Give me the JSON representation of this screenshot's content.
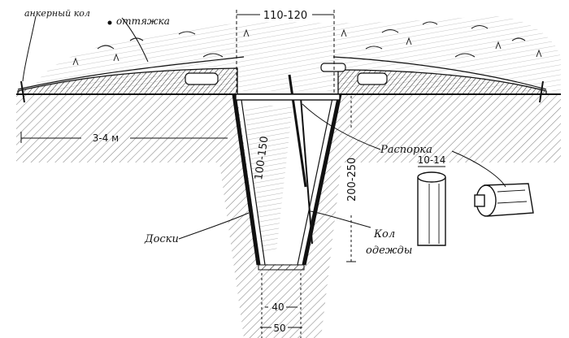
{
  "labels": {
    "anchor_stake": "анкерный кол",
    "guy_wire": "оттяжка",
    "spacer": "Распорка",
    "boards": "Доски",
    "revetment_stake_line1": "Кол",
    "revetment_stake_line2": "одежды"
  },
  "dimensions": {
    "top_width": "110-120",
    "side_extent": "3-4 м",
    "slope_length": "100-150",
    "depth": "200-250",
    "stake_diameter": "10-14",
    "bottom_inner": "40",
    "bottom_outer": "50"
  },
  "colors": {
    "ink": "#111111",
    "paper": "#ffffff"
  }
}
